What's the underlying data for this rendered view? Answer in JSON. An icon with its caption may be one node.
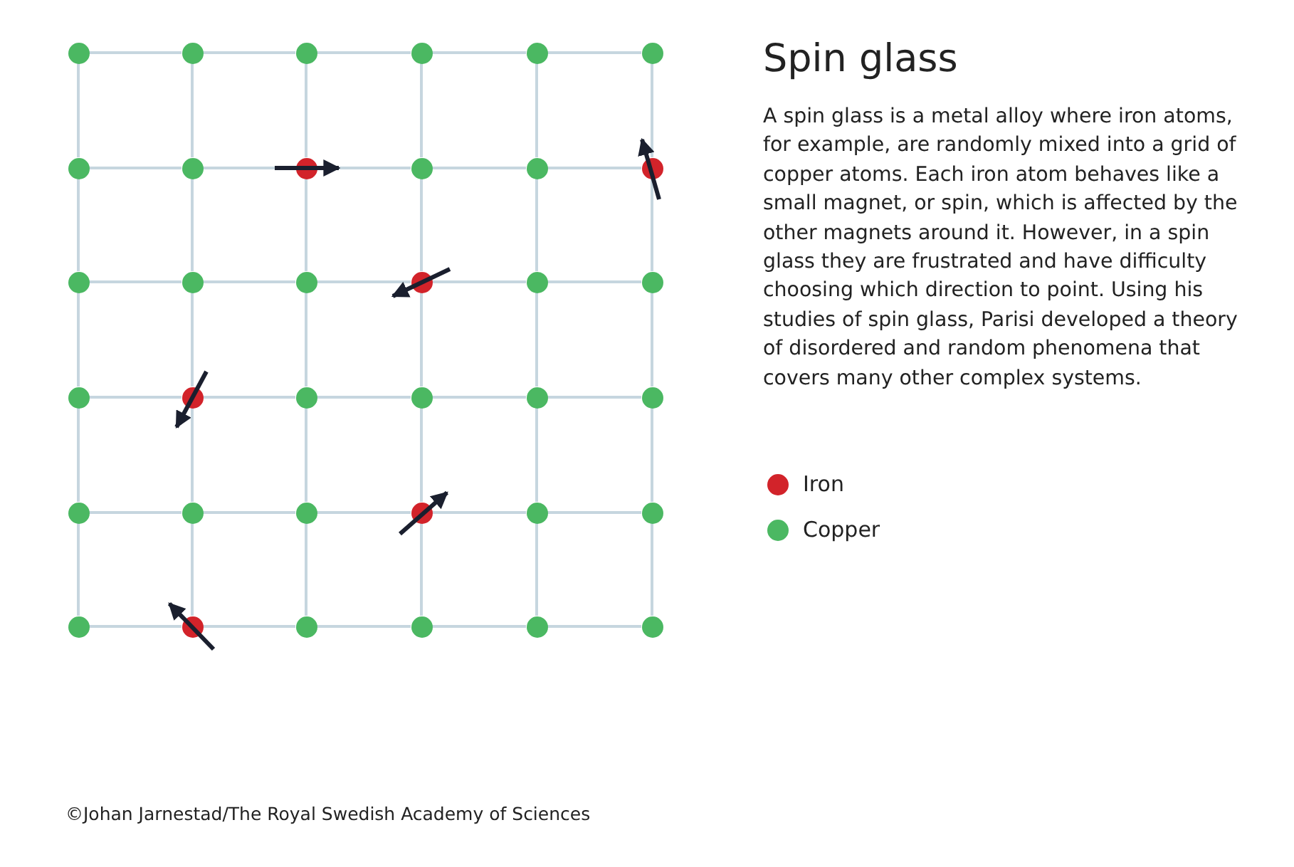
{
  "diagram": {
    "title": "Spin glass",
    "nodes": [
      {
        "text": [],
        "shape": "circle"
      },
      {
        "text": [],
        "shape": "circle"
      },
      {
        "text": [],
        "shape": "circle"
      },
      {
        "text": [],
        "shape": "circle"
      },
      {
        "text": [],
        "shape": "circle"
      },
      {
        "text": [],
        "shape": "circle"
      },
      {
        "text": [],
        "shape": "circle"
      },
      {
        "text": [],
        "shape": "circle"
      },
      {
        "text": [],
        "shape": "circle"
      },
      {
        "text": [],
        "shape": "circle"
      },
      {
        "text": [],
        "shape": "circle"
      },
      {
        "text": [],
        "shape": "circle"
      },
      {
        "text": [],
        "shape": "circle"
      },
      {
        "text": [],
        "shape": "circle"
      },
      {
        "text": [],
        "shape": "circle"
      },
      {
        "text": [],
        "shape": "circle"
      },
      {
        "text": [],
        "shape": "circle"
      },
      {
        "text": [],
        "shape": "circle"
      },
      {
        "text": [],
        "shape": "circle"
      },
      {
        "text": [],
        "shape": "circle"
      },
      {
        "text": [],
        "shape": "circle"
      },
      {
        "text": [],
        "shape": "circle"
      },
      {
        "text": [],
        "shape": "circle"
      },
      {
        "text": [],
        "shape": "circle"
      },
      {
        "text": [],
        "shape": "circle"
      },
      {
        "text": [],
        "shape": "circle"
      },
      {
        "text": [],
        "shape": "circle"
      },
      {
        "text": [],
        "shape": "circle"
      },
      {
        "text": [],
        "shape": "circle"
      },
      {
        "text": [],
        "shape": "circle"
      },
      {
        "text": [],
        "shape": "circle"
      },
      {
        "text": [],
        "shape": "circle"
      },
      {
        "text": [],
        "shape": "circle"
      },
      {
        "text": [],
        "shape": "circle"
      },
      {
        "text": [],
        "shape": "circle"
      },
      {
        "text": [],
        "shape": "circle"
      }
    ],
    "edges": [
      {
        "from": 0,
        "to": 1,
        "arrow": "none"
      },
      {
        "from": 1,
        "to": 2,
        "arrow": "none"
      },
      {
        "from": 2,
        "to": 3,
        "arrow": "none"
      },
      {
        "from": 3,
        "to": 4,
        "arrow": "none"
      },
      {
        "from": 4,
        "to": 5,
        "arrow": "none"
      },
      {
        "from": 0,
        "to": 6,
        "arrow": "none"
      },
      {
        "from": 1,
        "to": 7,
        "arrow": "none"
      },
      {
        "from": 2,
        "to": 8,
        "arrow": "none"
      },
      {
        "from": 3,
        "to": 9,
        "arrow": "none"
      },
      {
        "from": 4,
        "to": 10,
        "arrow": "none"
      },
      {
        "from": 5,
        "to": 11,
        "arrow": "none"
      },
      {
        "from": 6,
        "to": 7,
        "arrow": "none"
      },
      {
        "from": 7,
        "to": 8,
        "arrow": "none"
      },
      {
        "from": 8,
        "to": 9,
        "arrow": "none"
      },
      {
        "from": 9,
        "to": 10,
        "arrow": "none"
      },
      {
        "from": 10,
        "to": 11,
        "arrow": "none"
      },
      {
        "from": 6,
        "to": 12,
        "arrow": "none"
      },
      {
        "from": 7,
        "to": 13,
        "arrow": "none"
      },
      {
        "from": 8,
        "to": 14,
        "arrow": "none"
      },
      {
        "from": 9,
        "to": 15,
        "arrow": "none"
      },
      {
        "from": 10,
        "to": 16,
        "arrow": "none"
      },
      {
        "from": 11,
        "to": 17,
        "arrow": "none"
      },
      {
        "from": 12,
        "to": 13,
        "arrow": "none"
      },
      {
        "from": 13,
        "to": 14,
        "arrow": "none"
      },
      {
        "from": 14,
        "to": 15,
        "arrow": "none"
      },
      {
        "from": 15,
        "to": 16,
        "arrow": "none"
      },
      {
        "from": 16,
        "to": 17,
        "arrow": "none"
      },
      {
        "from": 12,
        "to": 18,
        "arrow": "none"
      },
      {
        "from": 13,
        "to": 19,
        "arrow": "none"
      },
      {
        "from": 14,
        "to": 20,
        "arrow": "none"
      },
      {
        "from": 15,
        "to": 21,
        "arrow": "none"
      },
      {
        "from": 16,
        "to": 22,
        "arrow": "none"
      },
      {
        "from": 17,
        "to": 23,
        "arrow": "none"
      },
      {
        "from": 18,
        "to": 19,
        "arrow": "none"
      },
      {
        "from": 19,
        "to": 20,
        "arrow": "none"
      },
      {
        "from": 20,
        "to": 21,
        "arrow": "none"
      },
      {
        "from": 21,
        "to": 22,
        "arrow": "none"
      },
      {
        "from": 22,
        "to": 23,
        "arrow": "none"
      },
      {
        "from": 18,
        "to": 24,
        "arrow": "none"
      },
      {
        "from": 19,
        "to": 25,
        "arrow": "none"
      },
      {
        "from": 20,
        "to": 26,
        "arrow": "none"
      },
      {
        "from": 21,
        "to": 27,
        "arrow": "none"
      },
      {
        "from": 22,
        "to": 28,
        "arrow": "none"
      },
      {
        "from": 23,
        "to": 29,
        "arrow": "none"
      },
      {
        "from": 24,
        "to": 25,
        "arrow": "none"
      },
      {
        "from": 25,
        "to": 26,
        "arrow": "none"
      },
      {
        "from": 26,
        "to": 27,
        "arrow": "none"
      },
      {
        "from": 27,
        "to": 28,
        "arrow": "none"
      },
      {
        "from": 28,
        "to": 29,
        "arrow": "none"
      },
      {
        "from": 24,
        "to": 30,
        "arrow": "none"
      },
      {
        "from": 25,
        "to": 31,
        "arrow": "none"
      },
      {
        "from": 26,
        "to": 32,
        "arrow": "none"
      },
      {
        "from": 27,
        "to": 33,
        "arrow": "none"
      },
      {
        "from": 28,
        "to": 34,
        "arrow": "none"
      },
      {
        "from": 29,
        "to": 35,
        "arrow": "none"
      },
      {
        "from": 30,
        "to": 31,
        "arrow": "none"
      },
      {
        "from": 31,
        "to": 32,
        "arrow": "none"
      },
      {
        "from": 32,
        "to": 33,
        "arrow": "none"
      },
      {
        "from": 33,
        "to": 34,
        "arrow": "none"
      },
      {
        "from": 34,
        "to": 35,
        "arrow": "none"
      }
    ],
    "labels": [
      "A spin glass is a metal alloy where iron atoms, for example, are randomly mixed into a grid of copper atoms. Each iron atom behaves like a small magnet, or spin, which is affected by the other magnets around it. However, in a spin glass they are frustrated and have difficulty choosing which direction to point. Using his studies of spin glass, Parisi developed a theory of disordered and random phenomena that covers many other complex systems.",
      "©Johan Jarnestad/The Royal Swedish Academy of Sciences"
    ],
    "legend": [
      {
        "text": "Iron",
        "color": "#d2232a"
      },
      {
        "text": "Copper",
        "color": "#4bb862"
      }
    ]
  }
}
